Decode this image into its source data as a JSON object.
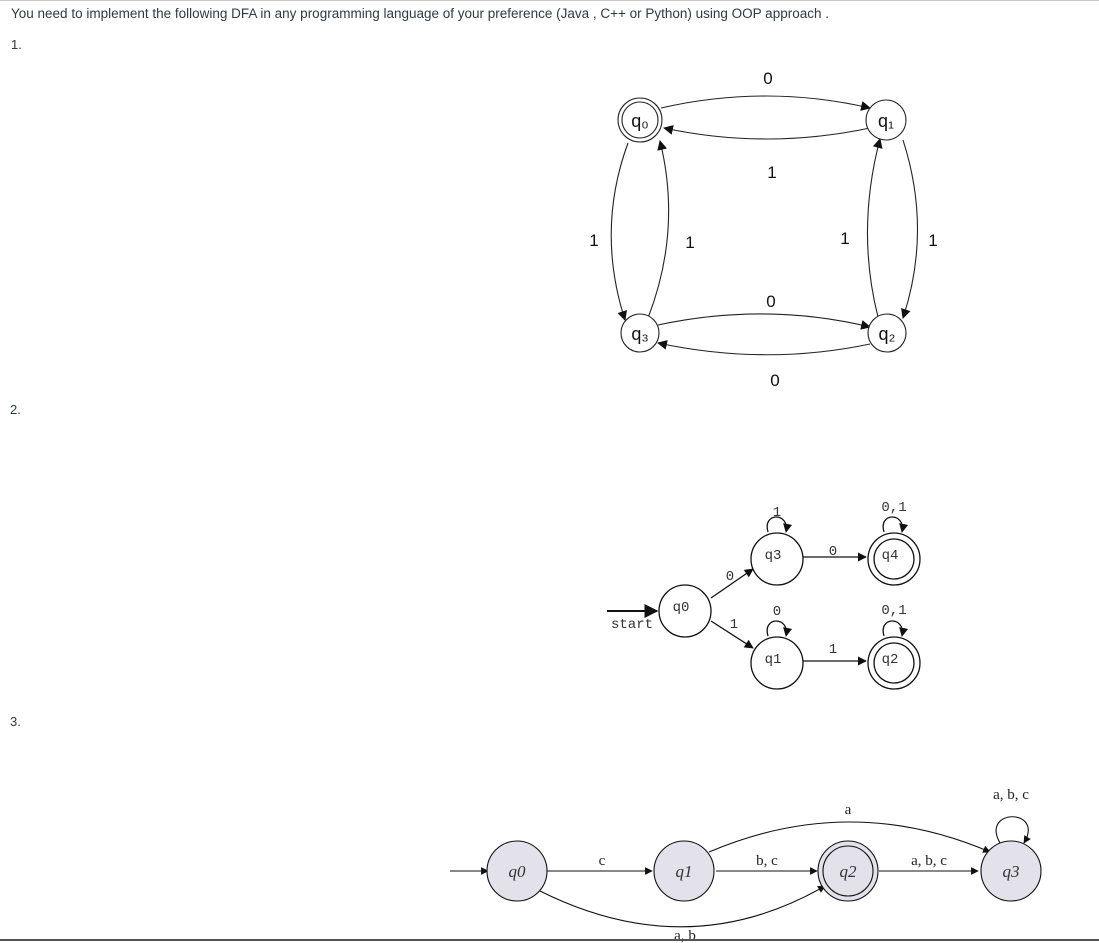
{
  "instruction": "You need to implement the  following DFA in any programming language of your preference (Java , C++ or Python) using OOP approach .",
  "problems": [
    {
      "number": "1.",
      "states": {
        "q0": "q₀",
        "q1": "q₁",
        "q2": "q₂",
        "q3": "q₃"
      },
      "accepting": [
        "q0"
      ],
      "labels": {
        "q0_q1": "0",
        "q1_q0": "1",
        "q3_q2": "0",
        "q2_q3": "0",
        "q0_q3": "1",
        "q3_q0": "1",
        "q1_q2": "1",
        "q2_q1": "1"
      }
    },
    {
      "number": "2.",
      "start_label": "start",
      "states": {
        "q0": "q0",
        "q1": "q1",
        "q2": "q2",
        "q3": "q3",
        "q4": "q4"
      },
      "accepting": [
        "q2",
        "q4"
      ],
      "labels": {
        "q0_q3": "0",
        "q0_q1": "1",
        "q3_loop": "1",
        "q3_q4": "0",
        "q4_loop": "0,1",
        "q1_loop": "0",
        "q1_q2": "1",
        "q2_loop": "0,1"
      }
    },
    {
      "number": "3.",
      "states": {
        "q0": "q0",
        "q1": "q1",
        "q2": "q2",
        "q3": "q3"
      },
      "accepting": [
        "q2"
      ],
      "labels": {
        "q0_q1": "c",
        "q0_q2": "a, b",
        "q1_q2": "b, c",
        "q1_q3": "a",
        "q2_q3": "a, b, c",
        "q3_loop": "a, b, c"
      }
    }
  ],
  "colors": {
    "text": "#2d3b45",
    "state_fill_3": "#e3e2ea",
    "stroke": "#222222"
  }
}
